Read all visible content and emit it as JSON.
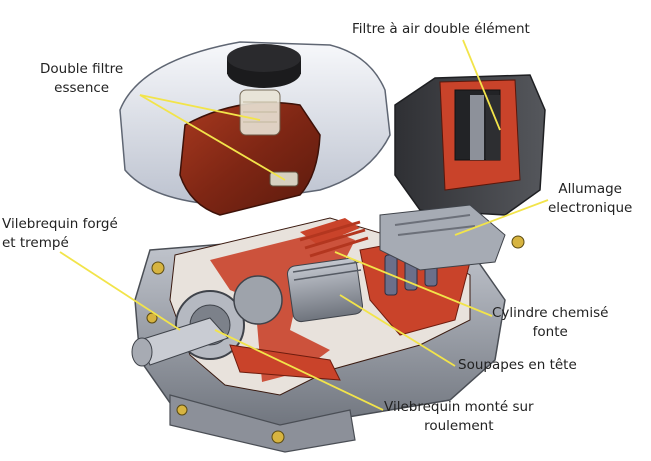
{
  "labels": {
    "air_filter": [
      "Filtre à air double élément"
    ],
    "fuel_filter": [
      "Double filtre",
      "essence"
    ],
    "ignition": [
      "Allumage",
      "electronique"
    ],
    "crank_forged": [
      "Vilebrequin forgé",
      "et trempé"
    ],
    "cylinder": [
      "Cylindre chemisé",
      "fonte"
    ],
    "valves": [
      "Soupapes en tête"
    ],
    "crank_bearing": [
      "Vilebrequin monté sur",
      "roulement"
    ]
  },
  "colors": {
    "leader": "#f2e44a",
    "tank": "#eef0f5",
    "tank_shade": "#c9ced9",
    "red_section": "#c9432a",
    "dark_red": "#8a2416",
    "metal": "#9ba0aa",
    "metal_dark": "#555a63",
    "filter_box": "#3f4146",
    "label_text": "#222222"
  }
}
